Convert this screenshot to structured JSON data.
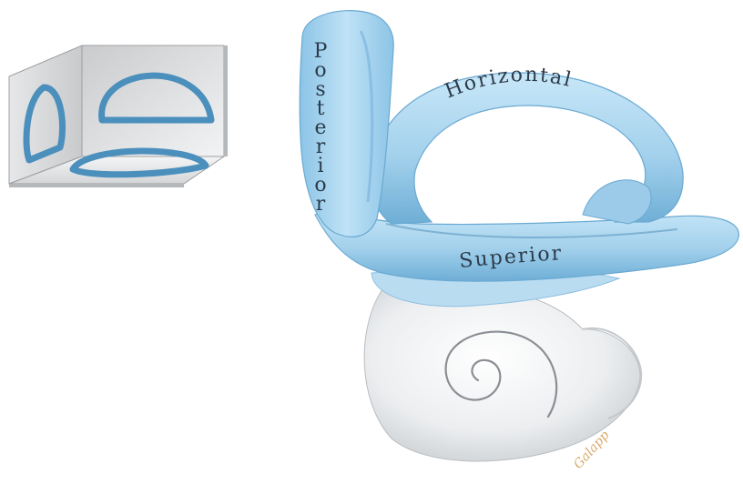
{
  "labels": {
    "posterior": "Posterior",
    "horizontal": "Horizontal",
    "superior": "Superior"
  },
  "signature": "Galapp",
  "colors": {
    "canal_fill": "#a7d4ee",
    "canal_dark": "#5b9ec7",
    "cochlea_fill": "#eef0f1",
    "box_panel": "#d9dbdd",
    "inset_ring": "#4d90bb"
  }
}
